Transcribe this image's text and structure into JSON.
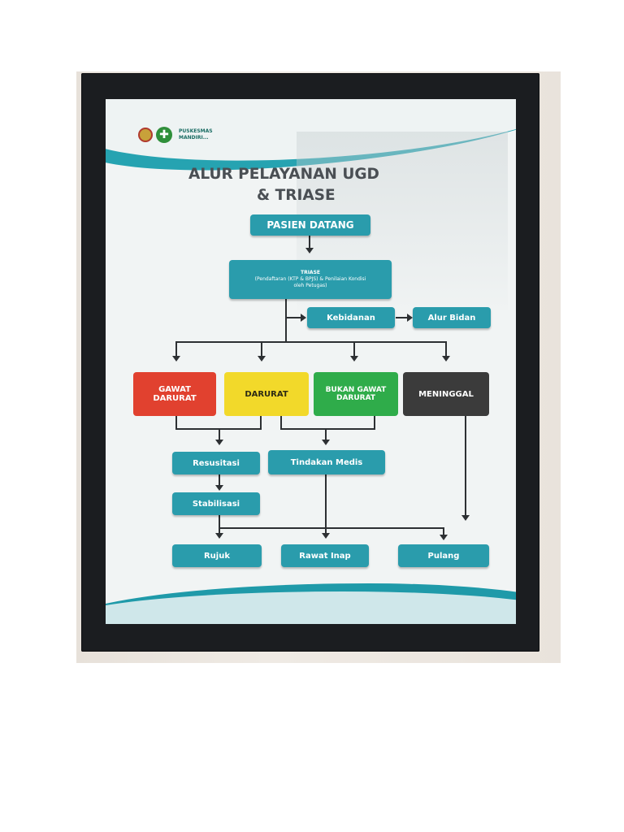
{
  "poster": {
    "logo_text_1": "PUSKESMAS",
    "logo_text_2": "MANDIRI...",
    "title_line1": "ALUR PELAYANAN UGD",
    "title_line2": "& TRIASE",
    "start": "PASIEN DATANG",
    "triase_head": "TRIASE",
    "triase_line1": "(Pendaftaran (KTP & BPJS) & Penilaian Kondisi",
    "triase_line2": "oleh Petugas)",
    "kebidanan": "Kebidanan",
    "alur_bidan": "Alur Bidan",
    "gawat_darurat": "GAWAT DARURAT",
    "darurat": "DARURAT",
    "bukan_gawat_darurat": "BUKAN GAWAT DARURAT",
    "meninggal": "MENINGGAL",
    "resusitasi": "Resusitasi",
    "tindakan_medis": "Tindakan Medis",
    "stabilisasi": "Stabilisasi",
    "rujuk": "Rujuk",
    "rawat_inap": "Rawat Inap",
    "pulang": "Pulang"
  },
  "colors": {
    "teal": "#2a9cac",
    "red": "#e1412f",
    "yellow": "#f2d92a",
    "green": "#2fac4a",
    "black": "#3b3b3b",
    "frame": "#1b1d20"
  }
}
